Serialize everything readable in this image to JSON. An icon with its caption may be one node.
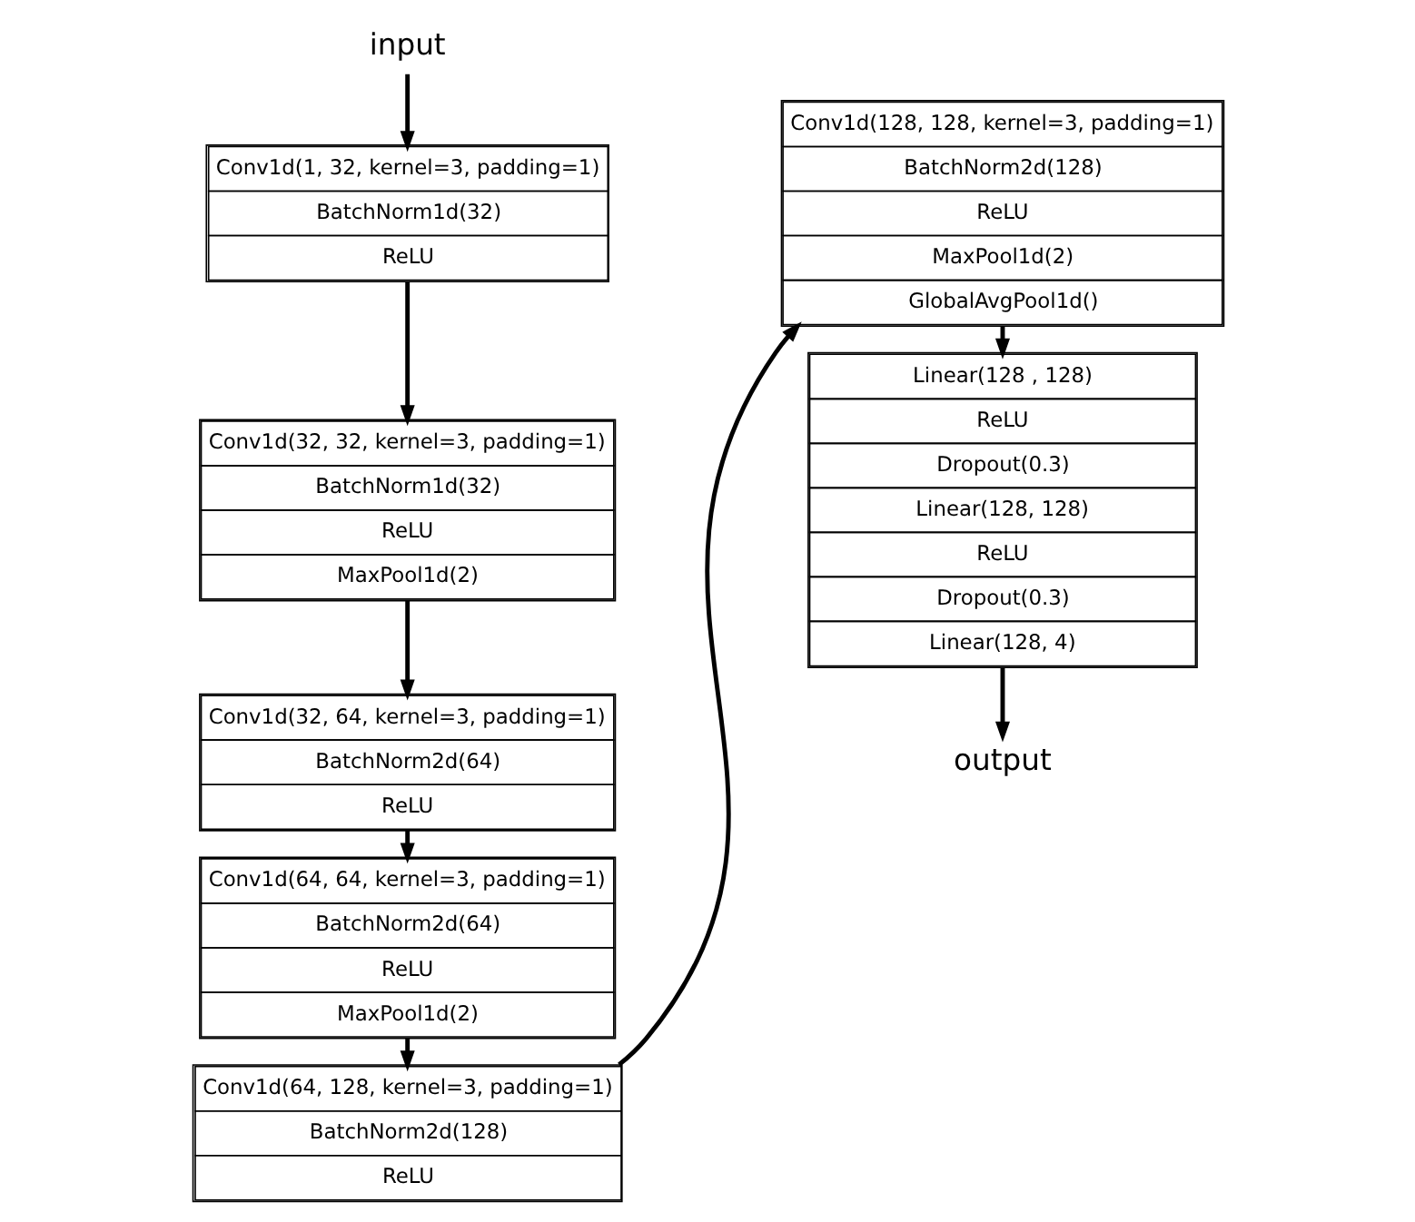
{
  "diagram": {
    "nodes": [
      {
        "text": [
          "input"
        ]
      },
      {
        "text": [
          "Conv1d(1, 32, kernel=3, padding=1)",
          "BatchNorm1d(32)",
          "ReLU"
        ]
      },
      {
        "text": [
          "Conv1d(32, 32, kernel=3, padding=1)",
          "BatchNorm1d(32)",
          "ReLU",
          "MaxPool1d(2)"
        ]
      },
      {
        "text": [
          "Conv1d(32, 64, kernel=3, padding=1)",
          "BatchNorm2d(64)",
          "ReLU"
        ]
      },
      {
        "text": [
          "Conv1d(64, 64, kernel=3, padding=1)",
          "BatchNorm2d(64)",
          "ReLU",
          "MaxPool1d(2)"
        ]
      },
      {
        "text": [
          "Conv1d(64, 128, kernel=3, padding=1)",
          "BatchNorm2d(128)",
          "ReLU"
        ]
      },
      {
        "text": [
          "Conv1d(128, 128, kernel=3, padding=1)",
          "BatchNorm2d(128)",
          "ReLU",
          "MaxPool1d(2)",
          "GlobalAvgPool1d()"
        ]
      },
      {
        "text": [
          "Linear(128 , 128)",
          "ReLU",
          "Dropout(0.3)",
          "Linear(128, 128)",
          "ReLU",
          "Dropout(0.3)",
          "Linear(128, 4)"
        ]
      },
      {
        "text": [
          "output"
        ]
      }
    ],
    "edges": [
      {
        "from": 0,
        "to": 1,
        "arrow": "to"
      },
      {
        "from": 1,
        "to": 2,
        "arrow": "to"
      },
      {
        "from": 2,
        "to": 3,
        "arrow": "to"
      },
      {
        "from": 3,
        "to": 4,
        "arrow": "to"
      },
      {
        "from": 4,
        "to": 5,
        "arrow": "to"
      },
      {
        "from": 5,
        "to": 6,
        "arrow": "to"
      },
      {
        "from": 6,
        "to": 7,
        "arrow": "to"
      },
      {
        "from": 7,
        "to": 8,
        "arrow": "to"
      }
    ]
  }
}
